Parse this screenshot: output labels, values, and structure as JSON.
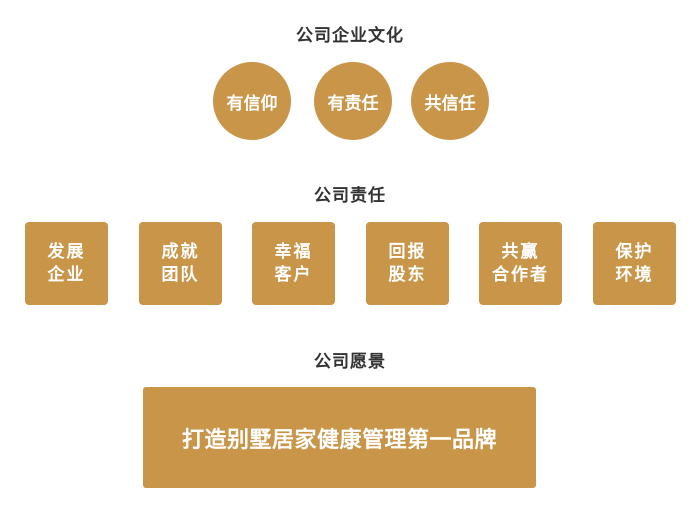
{
  "colors": {
    "accent": "#c99548",
    "title_text": "#333333",
    "inner_text": "#ffffff"
  },
  "culture": {
    "title": "公司企业文化",
    "items": [
      "有信仰",
      "有责任",
      "共信任"
    ]
  },
  "responsibility": {
    "title": "公司责任",
    "items": [
      {
        "line1": "发展",
        "line2": "企业"
      },
      {
        "line1": "成就",
        "line2": "团队"
      },
      {
        "line1": "幸福",
        "line2": "客户"
      },
      {
        "line1": "回报",
        "line2": "股东"
      },
      {
        "line1": "共赢",
        "line2": "合作者"
      },
      {
        "line1": "保护",
        "line2": "环境"
      }
    ]
  },
  "vision": {
    "title": "公司愿景",
    "text": "打造别墅居家健康管理第一品牌"
  }
}
